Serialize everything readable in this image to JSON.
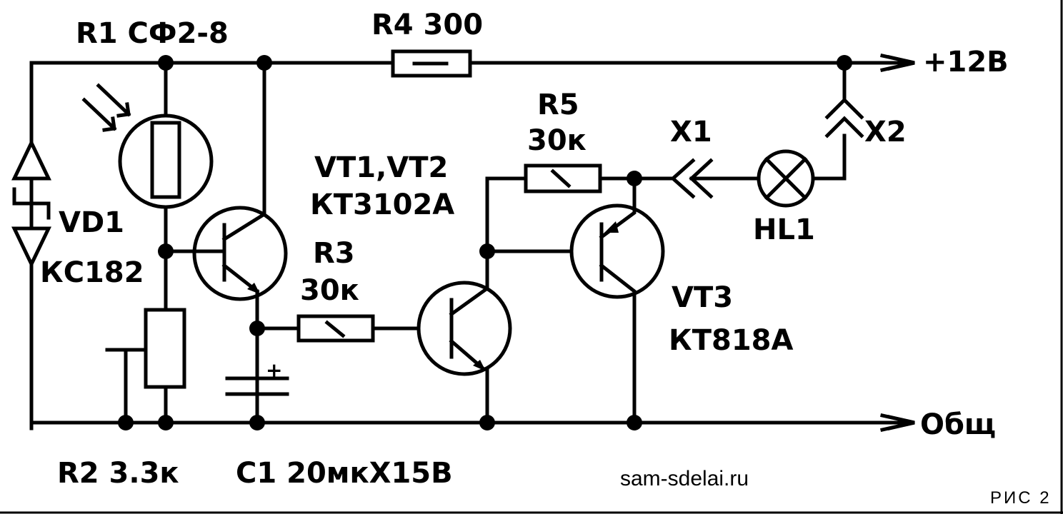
{
  "labels": {
    "r1": "R1 СФ2-8",
    "r4": "R4  300",
    "r5": "R5",
    "r5_value": "30к",
    "x1": "X1",
    "x2": "X2",
    "plus12": "+12В",
    "vt12": "VT1,VT2",
    "vt12_type": "КТ3102А",
    "r3": "R3",
    "r3_value": "30к",
    "vd1": "VD1",
    "vd1_type": "КС182",
    "hl1": "HL1",
    "vt3": "VT3",
    "vt3_type": "КТ818А",
    "common": "Общ",
    "r2": "R2  3.3к",
    "c1": "С1  20мкХ15В",
    "c1_plus": "+"
  },
  "watermark": "sam-sdelai.ru",
  "figure_label": "РИС 2"
}
